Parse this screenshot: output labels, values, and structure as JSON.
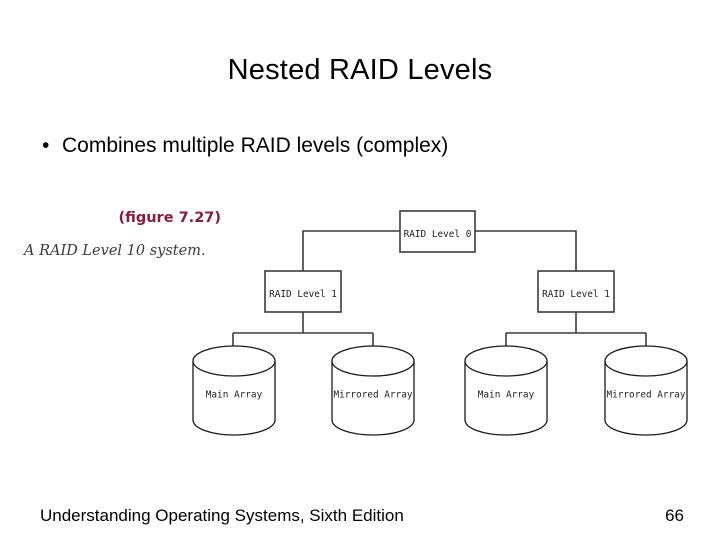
{
  "slide": {
    "title": "Nested RAID Levels",
    "bullets": [
      {
        "marker": "•",
        "text": "Combines multiple RAID levels (complex)"
      }
    ]
  },
  "figure": {
    "number": "(figure 7.27)",
    "description": "A RAID Level 10 system.",
    "number_color": "#8d1a3d",
    "description_color": "#3a3a3a"
  },
  "diagram": {
    "type": "tree",
    "line_color": "#3b3b3b",
    "box_fill": "#ffffff",
    "nodes": {
      "root": {
        "label": "RAID Level 0"
      },
      "left_branch": {
        "label": "RAID Level 1"
      },
      "right_branch": {
        "label": "RAID Level 1"
      }
    },
    "disks": [
      {
        "label": "Main Array"
      },
      {
        "label": "Mirrored Array"
      },
      {
        "label": "Main Array"
      },
      {
        "label": "Mirrored Array"
      }
    ]
  },
  "footer": {
    "book": "Understanding Operating Systems, Sixth Edition",
    "page": "66"
  }
}
